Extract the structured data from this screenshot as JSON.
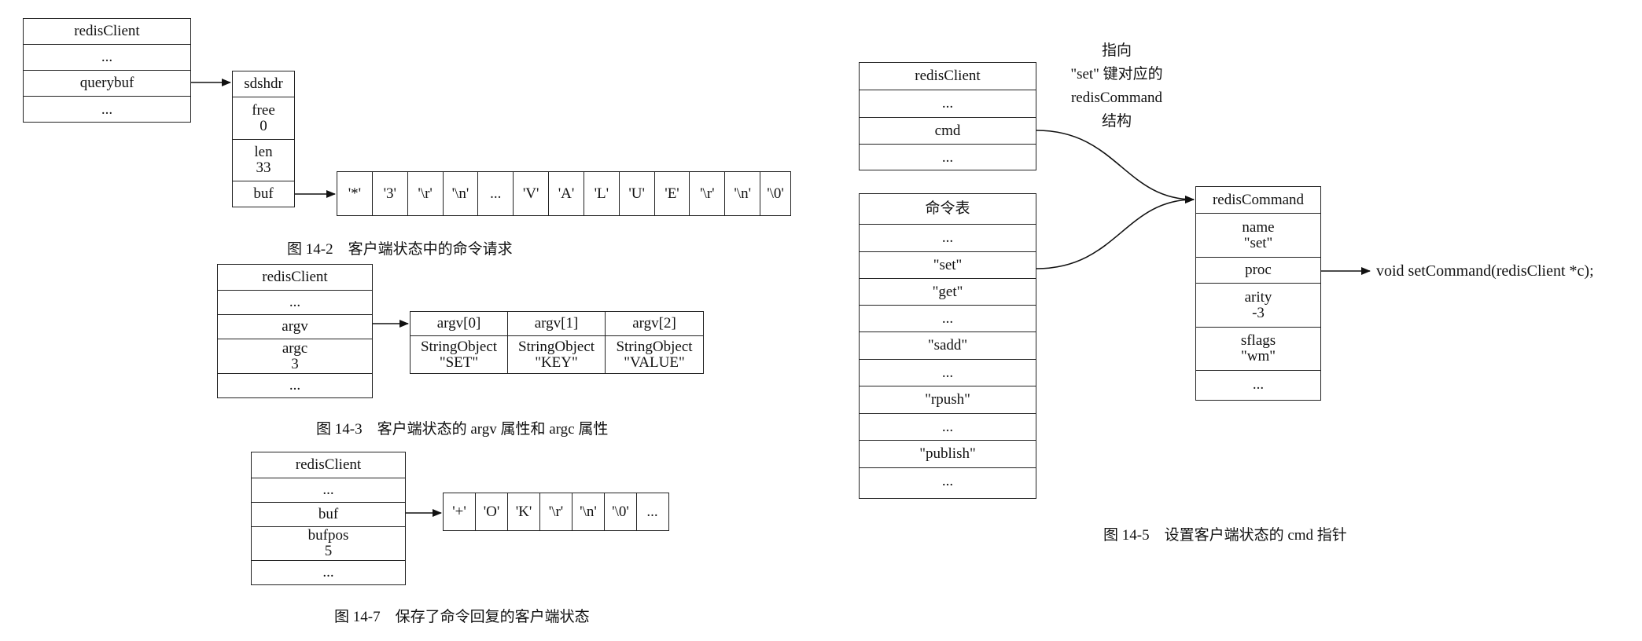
{
  "fig_14_2": {
    "client": {
      "title": "redisClient",
      "fields": [
        "...",
        "querybuf",
        "..."
      ]
    },
    "sdshdr": {
      "title": "sdshdr",
      "fields": [
        "free\n0",
        "len\n33",
        "buf"
      ]
    },
    "buf_chars": [
      "'*'",
      "'3'",
      "'\\r'",
      "'\\n'",
      "...",
      "'V'",
      "'A'",
      "'L'",
      "'U'",
      "'E'",
      "'\\r'",
      "'\\n'",
      "'\\0'"
    ],
    "caption": "图 14-2　客户端状态中的命令请求"
  },
  "fig_14_3": {
    "client": {
      "title": "redisClient",
      "fields": [
        "...",
        "argv",
        "argc\n3",
        "..."
      ]
    },
    "argv": [
      {
        "header": "argv[0]",
        "body": "StringObject\n\"SET\""
      },
      {
        "header": "argv[1]",
        "body": "StringObject\n\"KEY\""
      },
      {
        "header": "argv[2]",
        "body": "StringObject\n\"VALUE\""
      }
    ],
    "caption": "图 14-3　客户端状态的 argv 属性和 argc 属性"
  },
  "fig_14_7": {
    "client": {
      "title": "redisClient",
      "fields": [
        "...",
        "buf",
        "bufpos\n5",
        "..."
      ]
    },
    "buf_chars": [
      "'+'",
      "'O'",
      "'K'",
      "'\\r'",
      "'\\n'",
      "'\\0'",
      "..."
    ],
    "caption": "图 14-7　保存了命令回复的客户端状态"
  },
  "fig_14_5": {
    "client": {
      "title": "redisClient",
      "fields": [
        "...",
        "cmd",
        "..."
      ]
    },
    "note": "指向\n\"set\" 键对应的\nredisCommand\n结构",
    "table": {
      "title": "命令表",
      "fields": [
        "...",
        "\"set\"",
        "\"get\"",
        "...",
        "\"sadd\"",
        "...",
        "\"rpush\"",
        "...",
        "\"publish\"",
        "..."
      ]
    },
    "command": {
      "title": "redisCommand",
      "fields": [
        "name\n\"set\"",
        "proc",
        "arity\n-3",
        "sflags\n\"wm\"",
        "..."
      ]
    },
    "proc_target": "void setCommand(redisClient *c);",
    "caption": "图 14-5　设置客户端状态的 cmd 指针"
  }
}
